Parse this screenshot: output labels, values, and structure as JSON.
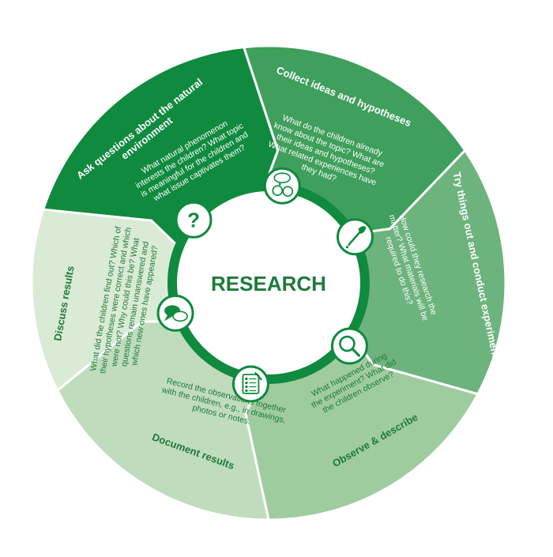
{
  "center": {
    "title": "RESEARCH"
  },
  "colors": {
    "ring": "#0f8a3e",
    "center_text": "#1e7a3a",
    "icon_bg": "#ffffff"
  },
  "segments": [
    {
      "title": "Ask questions about the natural environment",
      "title_lines": [
        "Ask questions about the natural",
        "environment"
      ],
      "body_lines": [
        "What natural phenomenon",
        "interests the children? What topic",
        "is meaningful for the children and",
        "what issue captivates them?"
      ],
      "color": "#108a3e",
      "title_color": "#ffffff",
      "body_color": "#ffffff",
      "icon": "question-mark-icon"
    },
    {
      "title": "Collect ideas and hypotheses",
      "title_lines": [
        "Collect ideas and hypotheses"
      ],
      "body_lines": [
        "What do the children already",
        "know about the topic? What are",
        "their ideas and hypotheses?",
        "What related experiences have",
        "they had?"
      ],
      "color": "#3f9f5c",
      "title_color": "#ffffff",
      "body_color": "#ffffff",
      "icon": "children-thinking-icon"
    },
    {
      "title": "Try things out and conduct experiments",
      "title_lines": [
        "Try things out and conduct experiments"
      ],
      "body_lines": [
        "How could they research the",
        "matter? What materials will be",
        "required to do this?"
      ],
      "color": "#6db37d",
      "title_color": "#ffffff",
      "body_color": "#ffffff",
      "icon": "pipette-icon"
    },
    {
      "title": "Observe & describe",
      "title_lines": [
        "Observe & describe"
      ],
      "body_lines": [
        "What happened during",
        "the experiment? What did",
        "the children observe?"
      ],
      "color": "#9fcc9f",
      "title_color": "#1e7a3a",
      "body_color": "#1e7a3a",
      "icon": "magnifier-icon"
    },
    {
      "title": "Document results",
      "title_lines": [
        "Document results"
      ],
      "body_lines": [
        "Record the observations together",
        "with the children, e.g., in drawings,",
        "photos or notes."
      ],
      "color": "#bfdcbd",
      "title_color": "#1e7a3a",
      "body_color": "#1e7a3a",
      "icon": "clipboard-icon"
    },
    {
      "title": "Discuss results",
      "title_lines": [
        "Discuss results"
      ],
      "body_lines": [
        "What did the children find out? Which of",
        "their hypotheses were correct and which",
        "were not? Why could this be? What",
        "questions remain unanswered and",
        "which new ones have appeared?"
      ],
      "color": "#d9eAD5",
      "title_color": "#1e7a3a",
      "body_color": "#1e7a3a",
      "icon": "speech-bubbles-icon"
    }
  ]
}
